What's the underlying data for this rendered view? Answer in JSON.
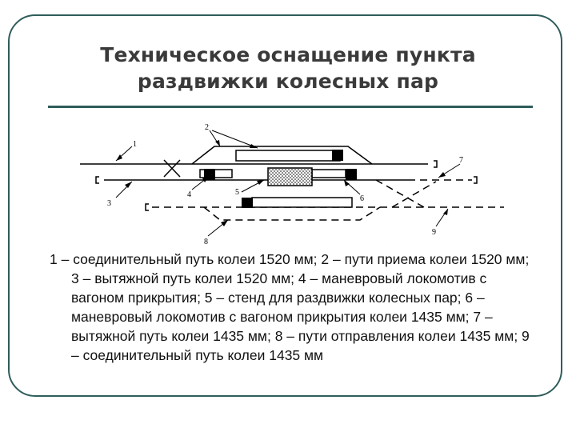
{
  "slide": {
    "title_line1": "Техническое оснащение пункта",
    "title_line2": "раздвижки колесных пар",
    "caption": "1 – соединительный путь колеи 1520 мм; 2 – пути приема колеи 1520 мм; 3 – вытяжной путь колеи 1520 мм; 4 – маневровый локомотив с вагоном прикрытия; 5 – стенд для раздвижки колесных пар; 6 – маневровый локомотив с вагоном прикрытия колеи 1435 мм; 7 – вытяжной путь колеи 1435 мм; 8 – пути отправления колеи 1435 мм; 9 – соединительный путь колеи 1435 мм"
  },
  "diagram": {
    "labels": {
      "n1": "1",
      "n2": "2",
      "n3": "3",
      "n4": "4",
      "n5": "5",
      "n6": "6",
      "n7": "7",
      "n8": "8",
      "n9": "9"
    },
    "colors": {
      "frame": "#2f5d5b",
      "lines": "#000000",
      "title": "#3a3a3a"
    }
  }
}
